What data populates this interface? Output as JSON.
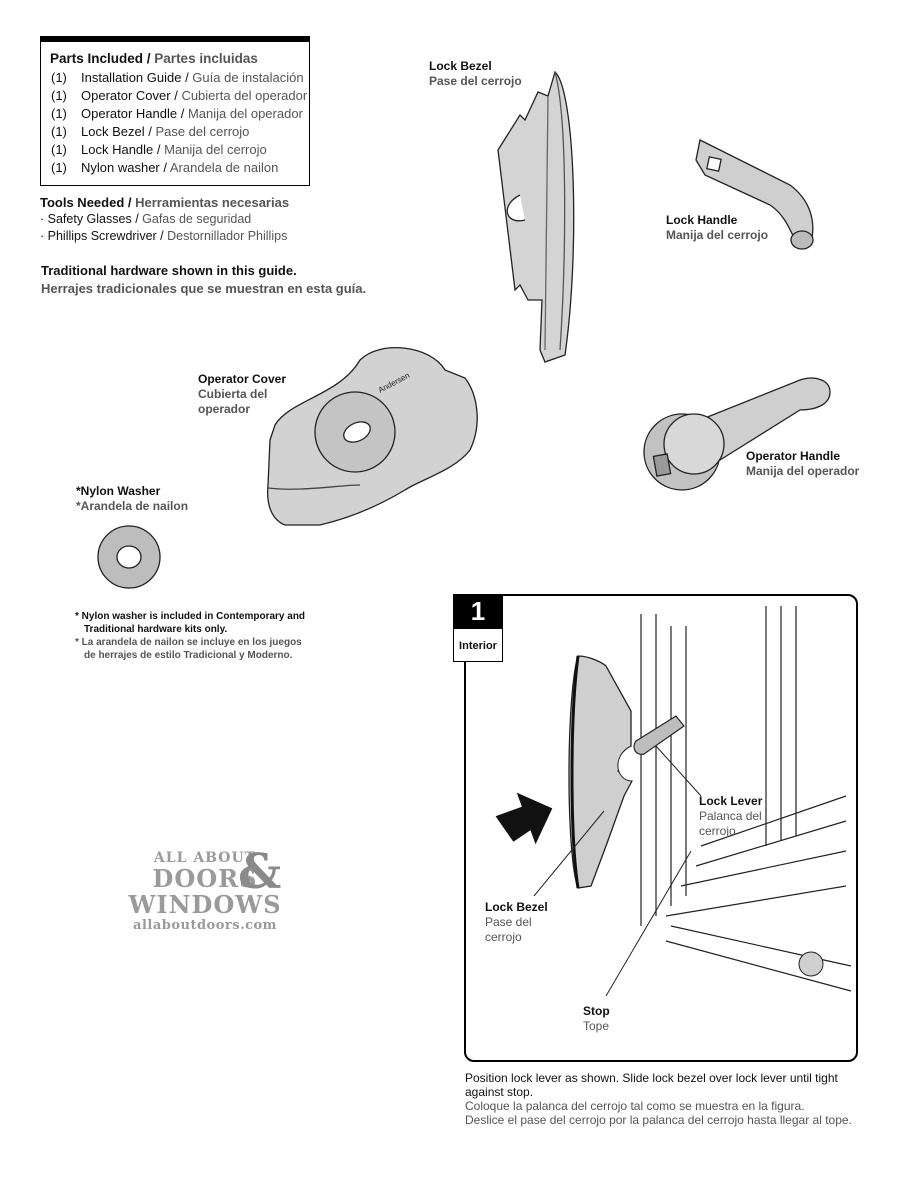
{
  "parts": {
    "title_en": "Parts Included",
    "title_sep": " / ",
    "title_es": "Partes incluidas",
    "items": [
      {
        "qty": "(1)",
        "en": "Installation Guide",
        "es": "Guía de instalación"
      },
      {
        "qty": "(1)",
        "en": "Operator Cover",
        "es": "Cubierta del operador"
      },
      {
        "qty": "(1)",
        "en": "Operator Handle",
        "es": "Manija del operador"
      },
      {
        "qty": "(1)",
        "en": "Lock Bezel",
        "es": "Pase del cerrojo"
      },
      {
        "qty": "(1)",
        "en": "Lock Handle",
        "es": "Manija del cerrojo"
      },
      {
        "qty": "(1)",
        "en": "Nylon washer",
        "es": "Arandela de nailon"
      }
    ]
  },
  "tools": {
    "title_en": "Tools Needed",
    "title_es": "Herramientas necesarias",
    "items": [
      {
        "en": "Safety Glasses",
        "es": "Gafas de seguridad"
      },
      {
        "en": "Phillips Screwdriver",
        "es": "Destornillador Phillips"
      }
    ]
  },
  "traditional": {
    "en": "Traditional hardware shown in this guide.",
    "es": "Herrajes tradicionales que se muestran en esta guía."
  },
  "labels": {
    "lock_bezel": {
      "en": "Lock Bezel",
      "es": "Pase del cerrojo"
    },
    "lock_handle": {
      "en": "Lock Handle",
      "es": "Manija del cerrojo"
    },
    "operator_cover": {
      "en": "Operator Cover",
      "es1": "Cubierta del",
      "es2": "operador"
    },
    "operator_handle": {
      "en": "Operator Handle",
      "es": "Manija del operador"
    },
    "nylon_washer": {
      "en": "*Nylon Washer",
      "es": "*Arandela de nailon"
    },
    "cover_brand": "Andersen"
  },
  "footnote": {
    "en1": "* Nylon washer is included in Contemporary and",
    "en2": "Traditional hardware kits only.",
    "es1": "* La arandela de nailon se incluye en los juegos",
    "es2": "de herrajes de estilo Tradicional y Moderno."
  },
  "step": {
    "number": "1",
    "tag": "Interior",
    "lock_lever": {
      "en": "Lock Lever",
      "es1": "Palanca del",
      "es2": "cerrojo"
    },
    "lock_bezel": {
      "en": "Lock Bezel",
      "es1": "Pase del",
      "es2": "cerrojo"
    },
    "stop": {
      "en": "Stop",
      "es": "Tope"
    },
    "instr_en1": "Position lock lever as shown. Slide lock bezel over lock lever until tight",
    "instr_en2": "against stop.",
    "instr_es1": "Coloque la palanca del cerrojo tal como se muestra en la figura.",
    "instr_es2": "Deslice el pase del cerrojo por la palanca del cerrojo hasta llegar al tope."
  },
  "watermark": {
    "line1": "ALL ABOUT",
    "line2": "DOORS",
    "amp": "&",
    "line3": "WINDOWS",
    "line4": "allaboutdoors.com"
  }
}
